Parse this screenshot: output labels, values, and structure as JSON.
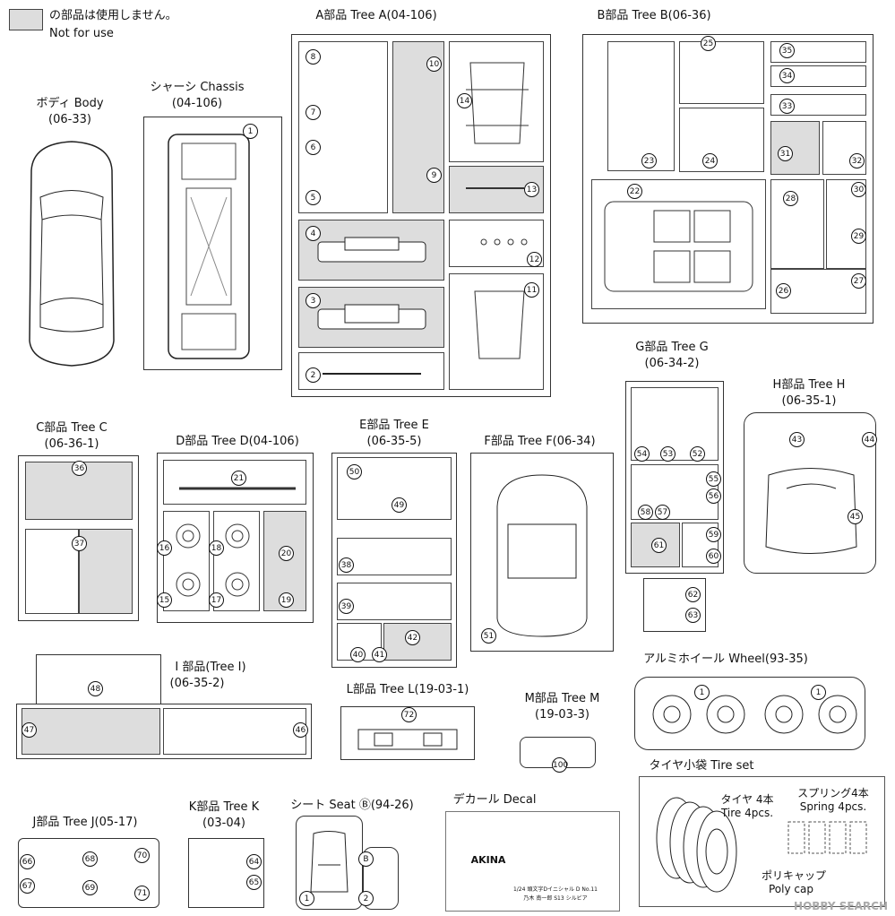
{
  "legend": {
    "line1": "の部品は使用しません。",
    "line2": "Not for use"
  },
  "body": {
    "title": "ボディ Body",
    "code": "(06-33)"
  },
  "chassis": {
    "title": "シャーシ Chassis",
    "code": "(04-106)",
    "parts": [
      "1"
    ]
  },
  "tree_a": {
    "title": "A部品 Tree A(04-106)",
    "parts": [
      "8",
      "7",
      "6",
      "5",
      "10",
      "9",
      "14",
      "13",
      "4",
      "12",
      "3",
      "11",
      "2"
    ]
  },
  "tree_b": {
    "title": "B部品 Tree B(06-36)",
    "parts": [
      "25",
      "35",
      "34",
      "33",
      "23",
      "24",
      "31",
      "32",
      "22",
      "28",
      "30",
      "29",
      "26",
      "27"
    ]
  },
  "tree_c": {
    "title": "C部品 Tree C",
    "code": "(06-36-1)",
    "parts": [
      "36",
      "37"
    ]
  },
  "tree_d": {
    "title": "D部品 Tree D(04-106)",
    "parts": [
      "21",
      "16",
      "18",
      "20",
      "15",
      "17",
      "19"
    ]
  },
  "tree_e": {
    "title": "E部品 Tree E",
    "code": "(06-35-5)",
    "parts": [
      "50",
      "49",
      "38",
      "39",
      "40",
      "41",
      "42"
    ]
  },
  "tree_f": {
    "title": "F部品 Tree F(06-34)",
    "parts": [
      "51"
    ]
  },
  "tree_g": {
    "title": "G部品 Tree G",
    "code": "(06-34-2)",
    "parts": [
      "54",
      "53",
      "52",
      "55",
      "56",
      "58",
      "57",
      "59",
      "61",
      "60",
      "62",
      "63"
    ]
  },
  "tree_h": {
    "title": "H部品 Tree H",
    "code": "(06-35-1)",
    "parts": [
      "43",
      "44",
      "45"
    ]
  },
  "tree_i": {
    "title": "I 部品(Tree I)",
    "code": "(06-35-2)",
    "parts": [
      "48",
      "47",
      "46"
    ]
  },
  "tree_l": {
    "title": "L部品 Tree L(19-03-1)",
    "parts": [
      "72"
    ]
  },
  "tree_m": {
    "title": "M部品 Tree M",
    "code": "(19-03-3)",
    "parts": [
      "100"
    ]
  },
  "wheel": {
    "title": "アルミホイール Wheel(93-35)",
    "parts": [
      "1",
      "1"
    ]
  },
  "tire_set": {
    "title": "タイヤ小袋 Tire set",
    "tire_jp": "タイヤ 4本",
    "tire_en": "Tire 4pcs.",
    "spring_jp": "スプリング4本",
    "spring_en": "Spring 4pcs.",
    "poly_jp": "ポリキャップ",
    "poly_en": "Poly cap"
  },
  "tree_j": {
    "title": "J部品 Tree J(05-17)",
    "parts": [
      "66",
      "68",
      "70",
      "67",
      "69",
      "71"
    ]
  },
  "tree_k": {
    "title": "K部品 Tree K",
    "code": "(03-04)",
    "parts": [
      "64",
      "65"
    ]
  },
  "seat": {
    "title": "シート Seat Ⓑ(94-26)",
    "parts": [
      "B",
      "1",
      "2"
    ]
  },
  "decal": {
    "title": "デカール Decal",
    "line1": "1/24 頭文字Dイニシャル D No.11",
    "line2": "乃木 南一郎 S13 シルビア",
    "akina": "AKINA"
  },
  "watermark": "HOBBY SEARCH"
}
